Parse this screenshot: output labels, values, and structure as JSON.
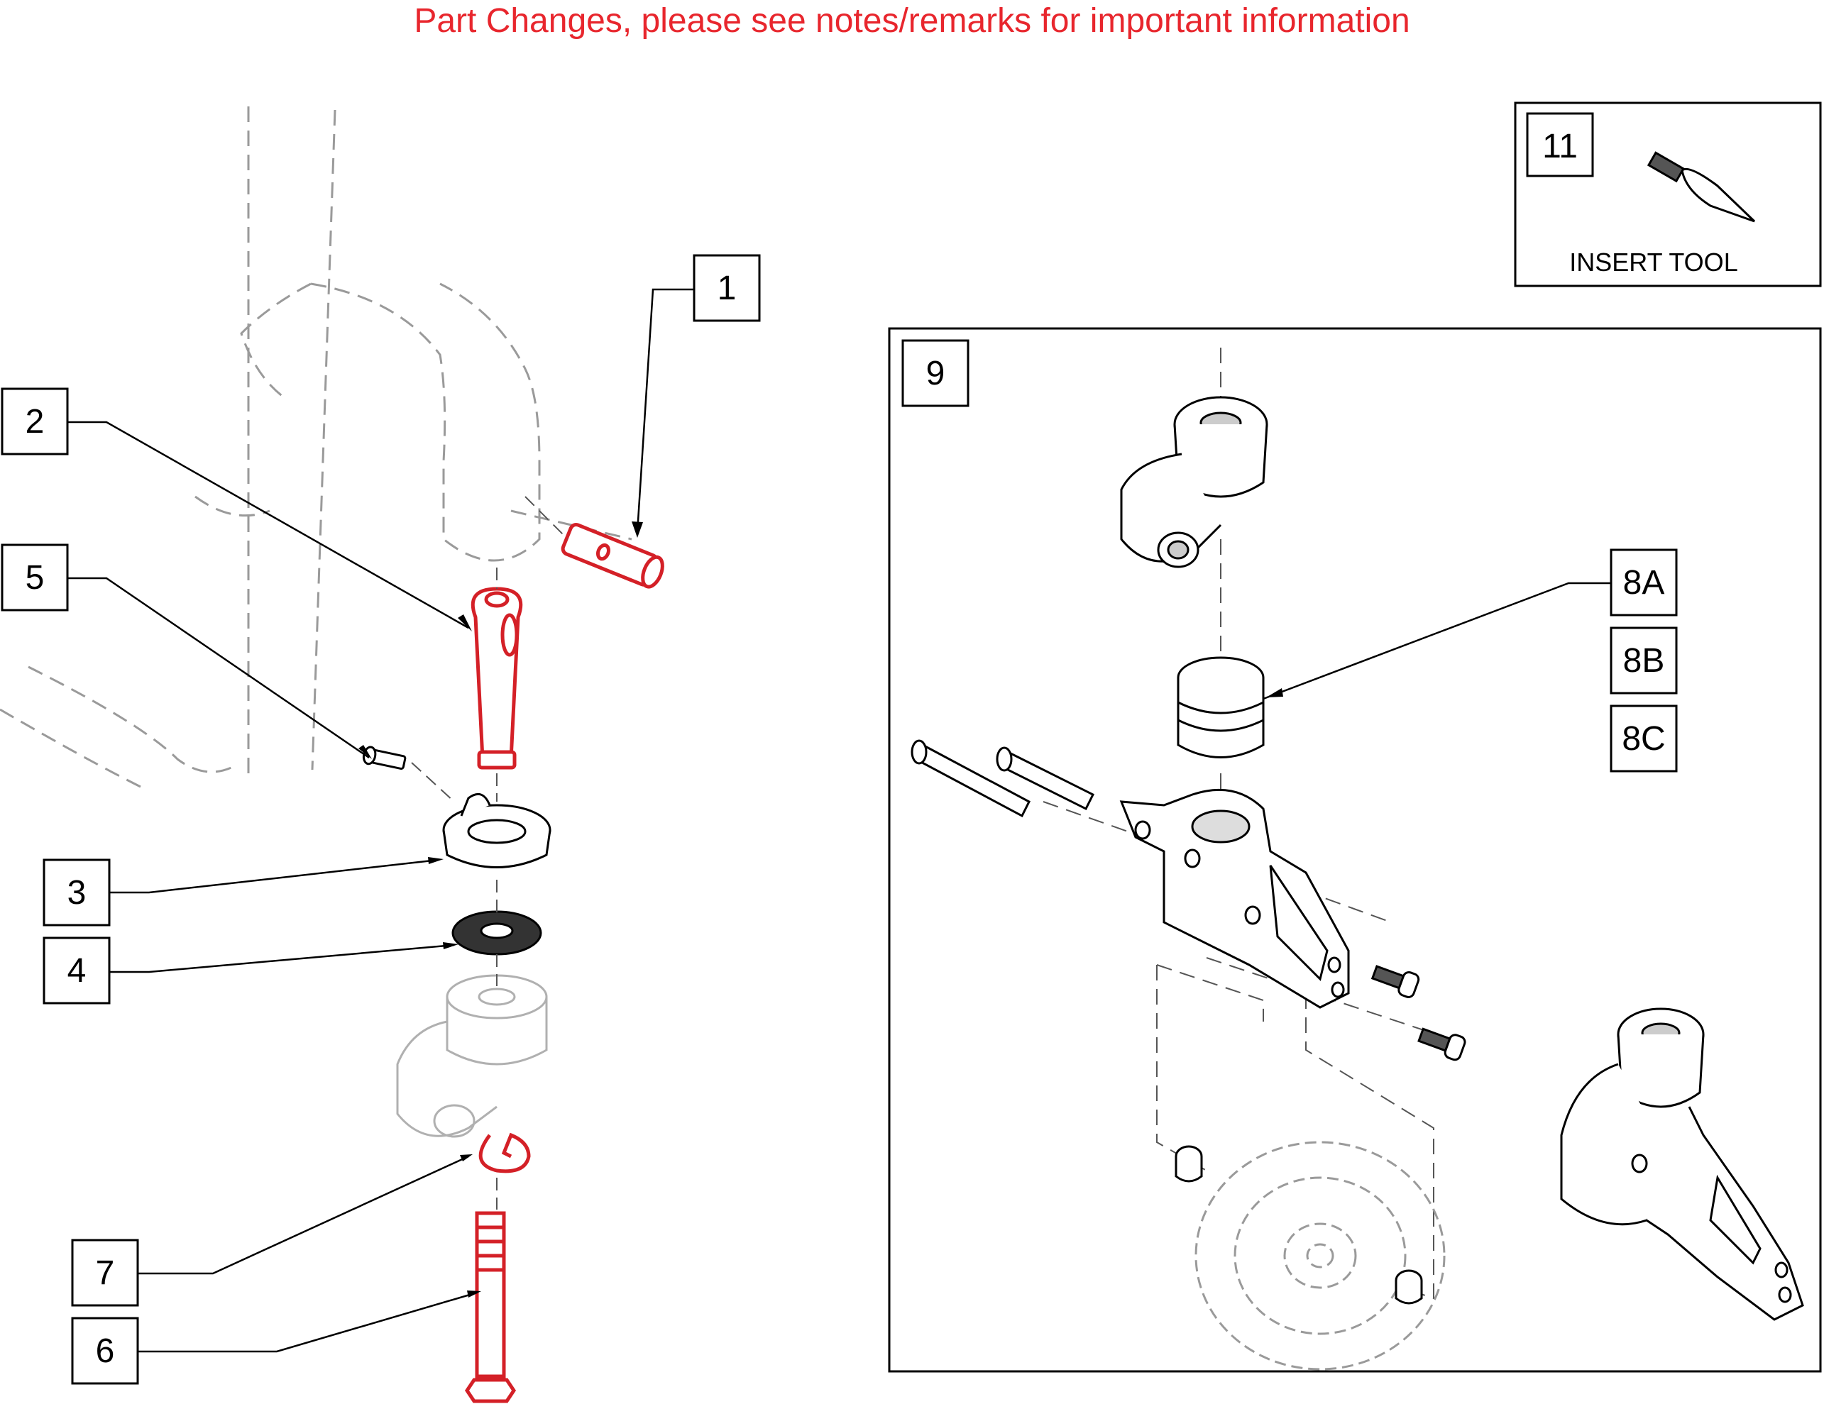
{
  "notice": "Part Changes, please see notes/remarks for important information",
  "callouts": {
    "c1": "1",
    "c2": "2",
    "c3": "3",
    "c4": "4",
    "c5": "5",
    "c6": "6",
    "c7": "7",
    "c8a": "8A",
    "c8b": "8B",
    "c8c": "8C",
    "c9": "9",
    "c11": "11"
  },
  "insert_tool_label": "INSERT TOOL",
  "colors": {
    "notice": "#e8262d",
    "highlight": "#d42027",
    "line": "#000000",
    "phantom": "#9a9a9a"
  }
}
